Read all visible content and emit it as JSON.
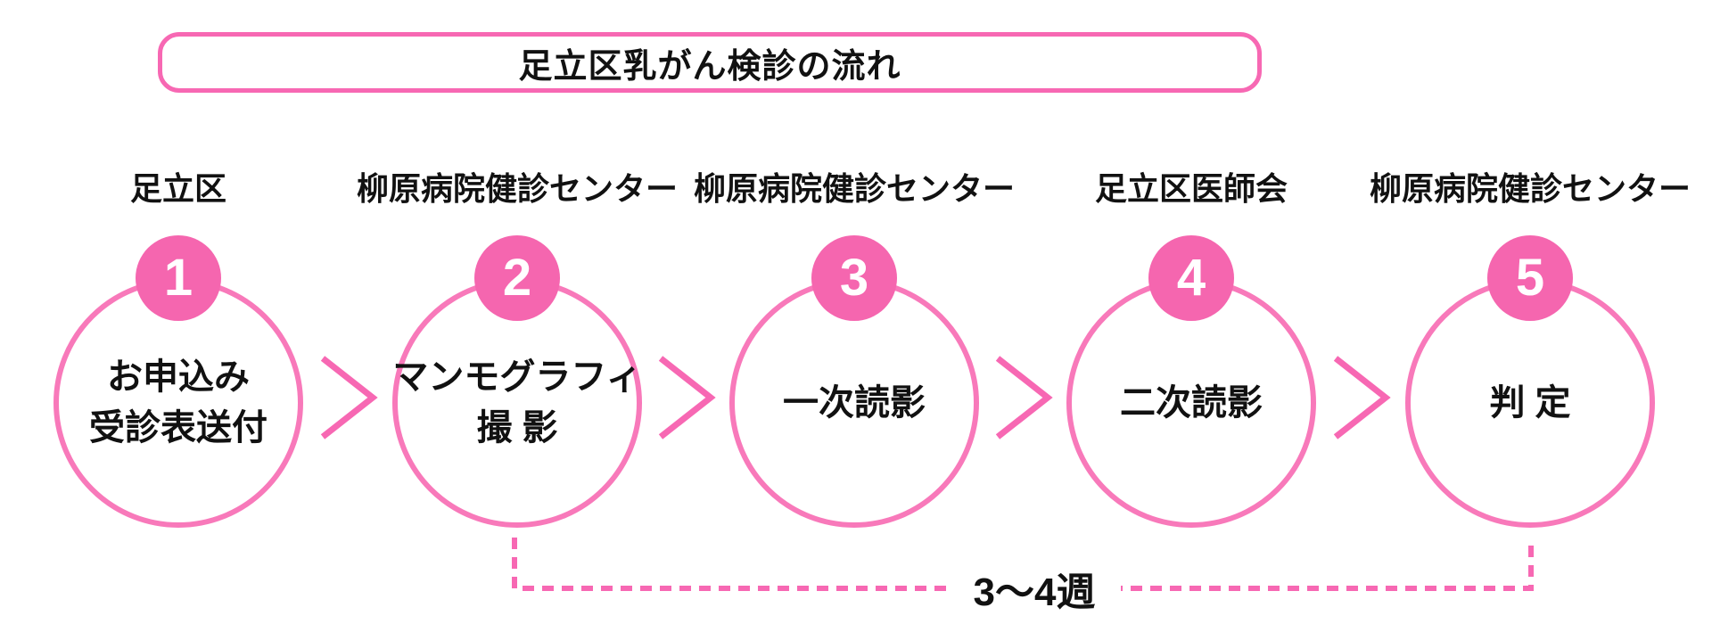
{
  "title": "足立区乳がん検診の流れ",
  "steps": [
    {
      "number": "1",
      "org": "足立区",
      "lines": [
        "お申込み",
        "受診表送付"
      ]
    },
    {
      "number": "2",
      "org": "柳原病院健診センター",
      "lines": [
        "マンモグラフィ",
        "撮 影"
      ]
    },
    {
      "number": "3",
      "org": "柳原病院健診センター",
      "lines": [
        "一次読影"
      ]
    },
    {
      "number": "4",
      "org": "足立区医師会",
      "lines": [
        "二次読影"
      ]
    },
    {
      "number": "5",
      "org": "柳原病院健診センター",
      "lines": [
        "判 定"
      ]
    }
  ],
  "duration_note": "3〜4週",
  "colors": {
    "badge_pink": "#F566AF",
    "stroke_pink": "#F879BA",
    "accent_pink": "#F768B3",
    "text": "#111111"
  }
}
